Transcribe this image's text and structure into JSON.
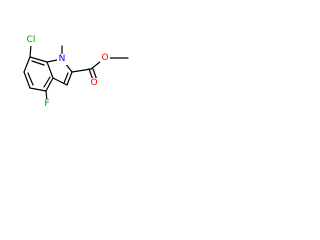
{
  "molecule": {
    "atoms": {
      "cl": {
        "symbol": "Cl",
        "color": "#00a000"
      },
      "n": {
        "symbol": "N",
        "color": "#0000ff"
      },
      "f": {
        "symbol": "F",
        "color": "#00a000"
      },
      "o_carbonyl": {
        "symbol": "O",
        "color": "#ff0000"
      },
      "o_ester": {
        "symbol": "O",
        "color": "#ff0000"
      }
    }
  }
}
